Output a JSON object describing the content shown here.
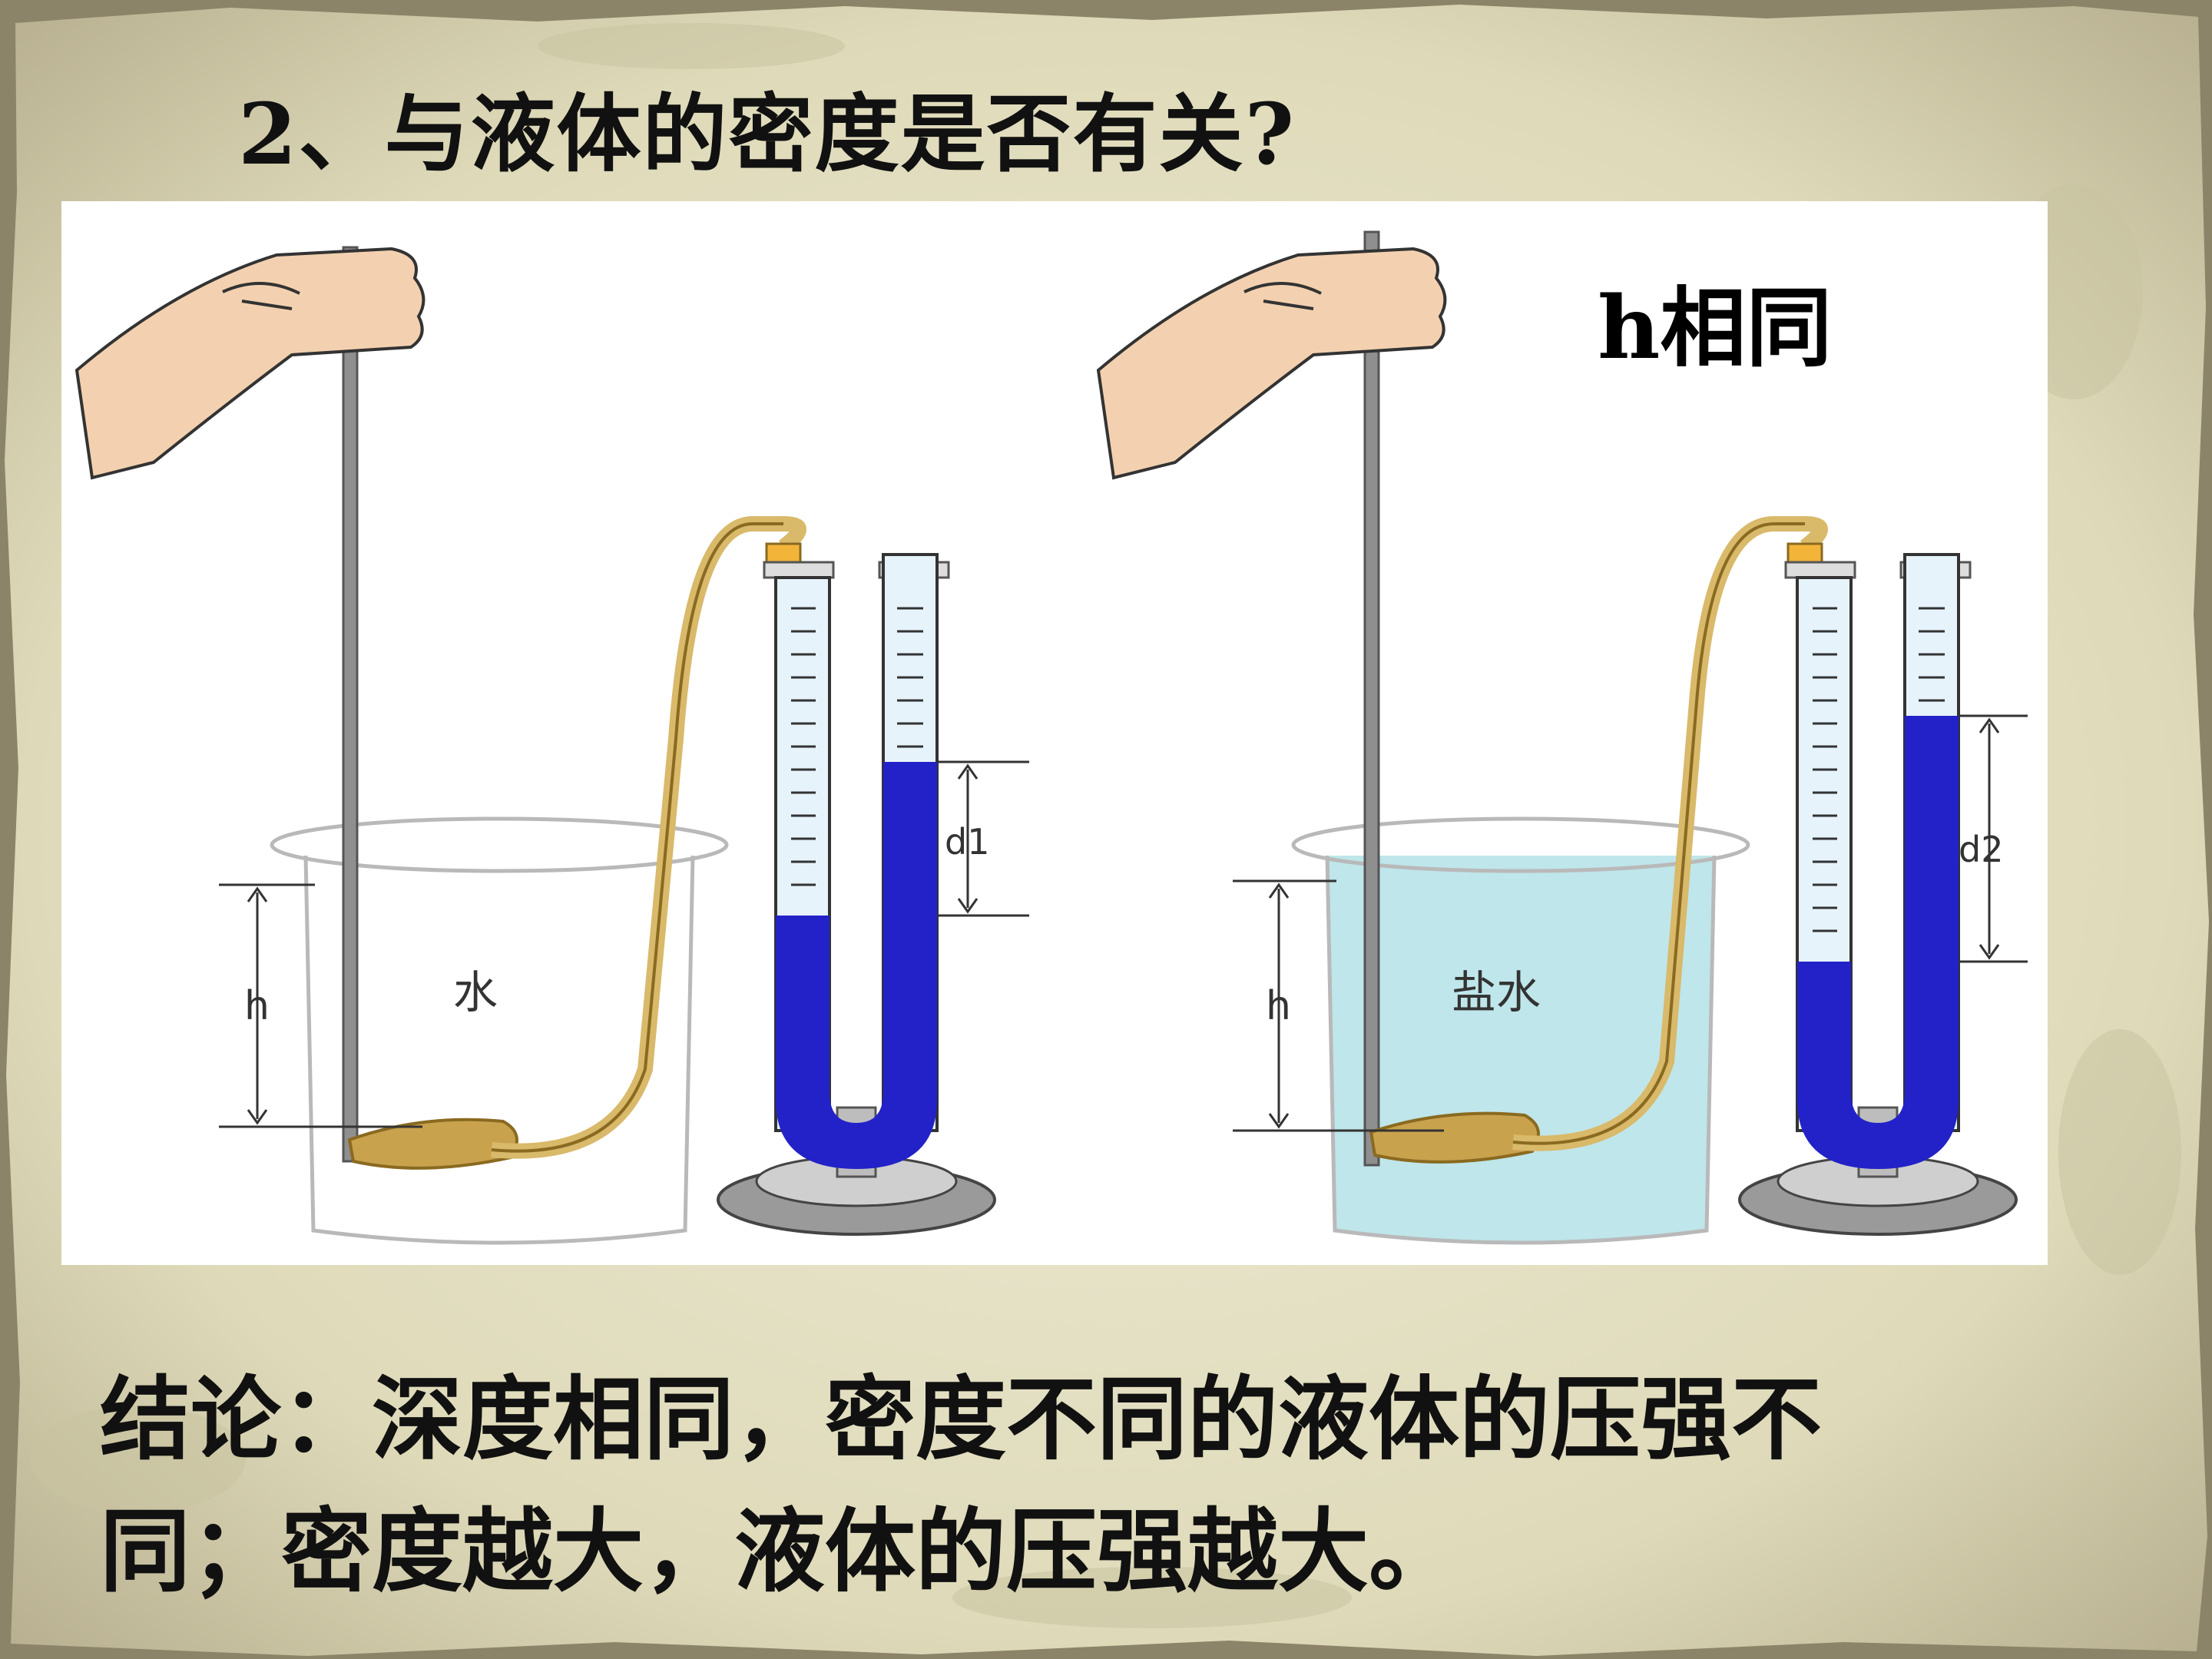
{
  "slide": {
    "title": "2、与液体的密度是否有关?",
    "note": "h相同",
    "conclusion_line1": "结论：深度相同，密度不同的液体的压强不",
    "conclusion_line2": "同；密度越大，液体的压强越大。"
  },
  "left_apparatus": {
    "liquid_label": "水",
    "depth_label": "h",
    "difference_label": "d1"
  },
  "right_apparatus": {
    "liquid_label": "盐水",
    "depth_label": "h",
    "difference_label": "d2"
  },
  "colors": {
    "parchment": "#e3dfc6",
    "manometer_liquid": "#2222c8",
    "salt_water": "#bfe6ea",
    "tube": "#d9b96a"
  }
}
